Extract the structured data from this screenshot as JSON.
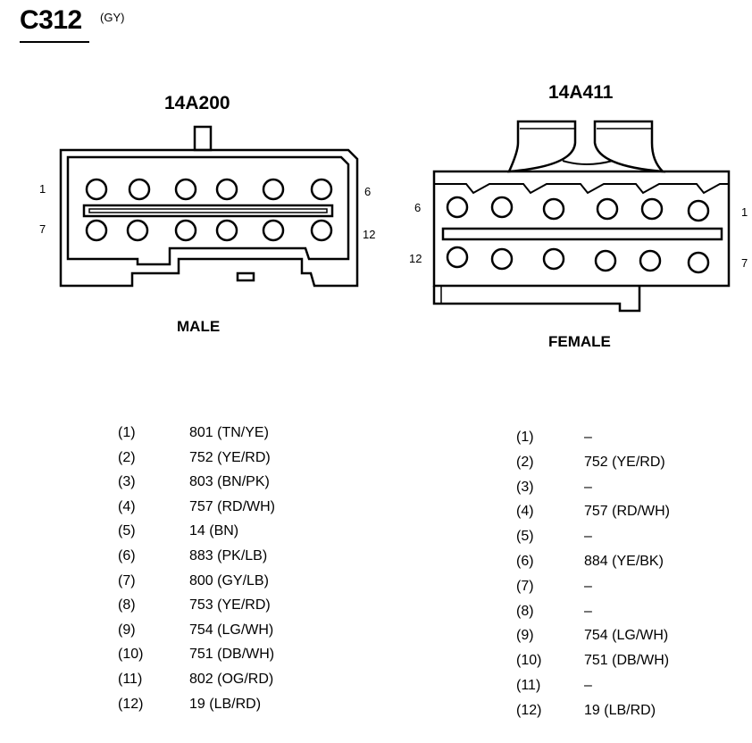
{
  "connector": {
    "id": "C312",
    "color_code": "(GY)"
  },
  "male": {
    "part_number": "14A200",
    "label": "MALE",
    "pin_labels": {
      "top_left": "1",
      "top_right": "6",
      "bottom_left": "7",
      "bottom_right": "12"
    }
  },
  "female": {
    "part_number": "14A411",
    "label": "FEMALE",
    "pin_labels": {
      "top_left": "6",
      "top_right": "1",
      "bottom_left": "12",
      "bottom_right": "7"
    }
  },
  "male_pinout": [
    {
      "pin": "(1)",
      "circuit": "801 (TN/YE)"
    },
    {
      "pin": "(2)",
      "circuit": "752 (YE/RD)"
    },
    {
      "pin": "(3)",
      "circuit": "803 (BN/PK)"
    },
    {
      "pin": "(4)",
      "circuit": "757 (RD/WH)"
    },
    {
      "pin": "(5)",
      "circuit": "14 (BN)"
    },
    {
      "pin": "(6)",
      "circuit": "883 (PK/LB)"
    },
    {
      "pin": "(7)",
      "circuit": "800 (GY/LB)"
    },
    {
      "pin": "(8)",
      "circuit": "753 (YE/RD)"
    },
    {
      "pin": "(9)",
      "circuit": "754 (LG/WH)"
    },
    {
      "pin": "(10)",
      "circuit": "751 (DB/WH)"
    },
    {
      "pin": "(11)",
      "circuit": "802 (OG/RD)"
    },
    {
      "pin": "(12)",
      "circuit": "19 (LB/RD)"
    }
  ],
  "female_pinout": [
    {
      "pin": "(1)",
      "circuit": "–"
    },
    {
      "pin": "(2)",
      "circuit": "752 (YE/RD)"
    },
    {
      "pin": "(3)",
      "circuit": "–"
    },
    {
      "pin": "(4)",
      "circuit": "757 (RD/WH)"
    },
    {
      "pin": "(5)",
      "circuit": "–"
    },
    {
      "pin": "(6)",
      "circuit": "884 (YE/BK)"
    },
    {
      "pin": "(7)",
      "circuit": "–"
    },
    {
      "pin": "(8)",
      "circuit": "–"
    },
    {
      "pin": "(9)",
      "circuit": "754 (LG/WH)"
    },
    {
      "pin": "(10)",
      "circuit": "751 (DB/WH)"
    },
    {
      "pin": "(11)",
      "circuit": "–"
    },
    {
      "pin": "(12)",
      "circuit": "19 (LB/RD)"
    }
  ]
}
